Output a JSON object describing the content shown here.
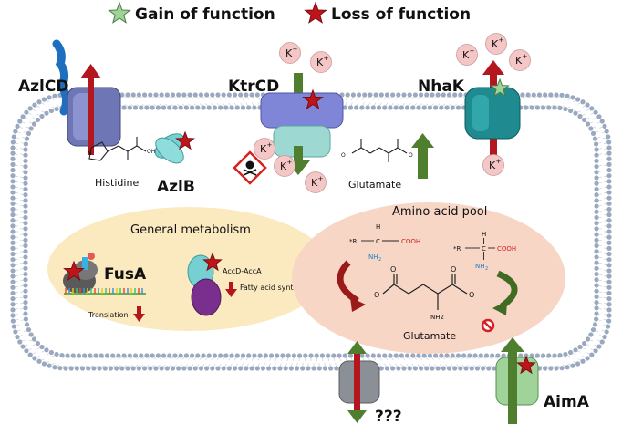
{
  "legend": {
    "gain": "Gain of function",
    "loss": "Loss of function",
    "gain_color": "#9fd39a",
    "loss_color": "#c0141b"
  },
  "proteins": {
    "azlcd": "AzlCD",
    "ktrcd": "KtrCD",
    "nhak": "NhaK",
    "azlb": "AzlB",
    "aima": "AimA",
    "unknown": "???"
  },
  "ions": {
    "potassium": "K",
    "charge": "+"
  },
  "molecules": {
    "histidine": "Histidine",
    "glutamate_top": "Glutamate",
    "glutamate_pool": "Glutamate",
    "r_group": "*R",
    "carbon": "C",
    "hydrogen": "H",
    "cooh": "COOH",
    "nh2_main": "NH",
    "nh2_sub": "2",
    "nh2_label": "NH2",
    "oh": "OH",
    "nh": "N",
    "o_minus": "O",
    "minus": "-"
  },
  "metabolism": {
    "title": "General metabolism",
    "fusa": "FusA",
    "translation": "Translation",
    "accd": "AccD-AccA",
    "fatty_acid": "Fatty acid synthesis"
  },
  "amino_pool": {
    "title": "Amino acid pool"
  },
  "colors": {
    "membrane_head": "#9aa9bf",
    "metabolism_fill": "#fbeac0",
    "pool_fill": "#f7d6c6",
    "up_arrow_green": "#4f7e2f",
    "red_arrow": "#b3161d",
    "ion_fill": "#f5c6c6",
    "azlcd_protein": "#6f76b6",
    "ktrcd_protein": "#7f86d8",
    "ktrcd_lower": "#9ed8d2",
    "nhak_protein": "#1f8a8f",
    "azlb_protein": "#76cfd0",
    "unknown_protein": "#8b8f96",
    "aima_protein": "#9fd39a"
  }
}
